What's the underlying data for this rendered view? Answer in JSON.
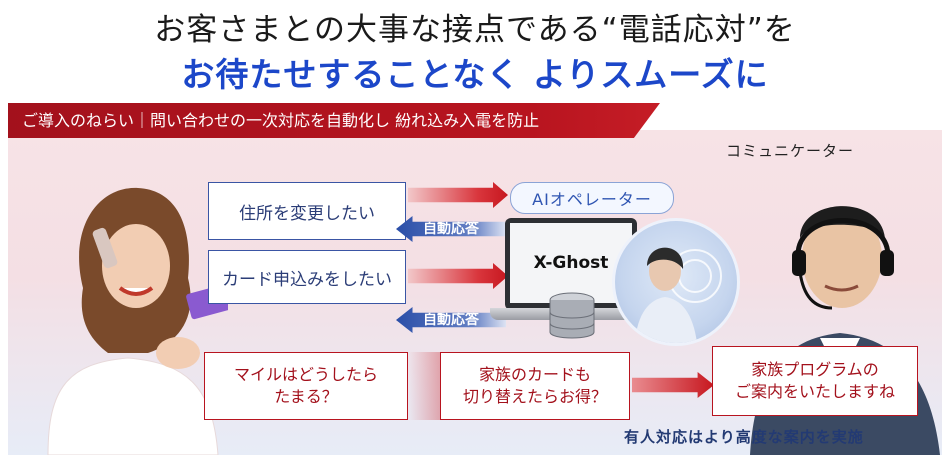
{
  "headline": {
    "line1": "お客さまとの大事な接点である“電話応対”を",
    "line2": "お待たせすることなく よりスムーズに"
  },
  "banner": {
    "text": "ご導入のねらい｜問い合わせの一次対応を自動化し 紛れ込み入電を防止"
  },
  "communicator_label": "コミュニケーター",
  "questions": {
    "q1": "住所を変更したい",
    "q2": "カード申込みをしたい"
  },
  "ai_operator_label": "AIオペレーター",
  "auto_reply_1": "自動応答",
  "auto_reply_2": "自動応答",
  "product_name": "X-Ghost",
  "flow": {
    "r1_line1": "マイルはどうしたら",
    "r1_line2": "たまる？",
    "r2_line1": "家族のカードも",
    "r2_line2": "切り替えたらお得？",
    "r3_line1": "家族プログラムの",
    "r3_line2": "ご案内をいたしますね"
  },
  "bottom_note": "有人対応はより高度な案内を実施",
  "colors": {
    "accent_red": "#b8141f",
    "accent_blue": "#1c47c9"
  }
}
